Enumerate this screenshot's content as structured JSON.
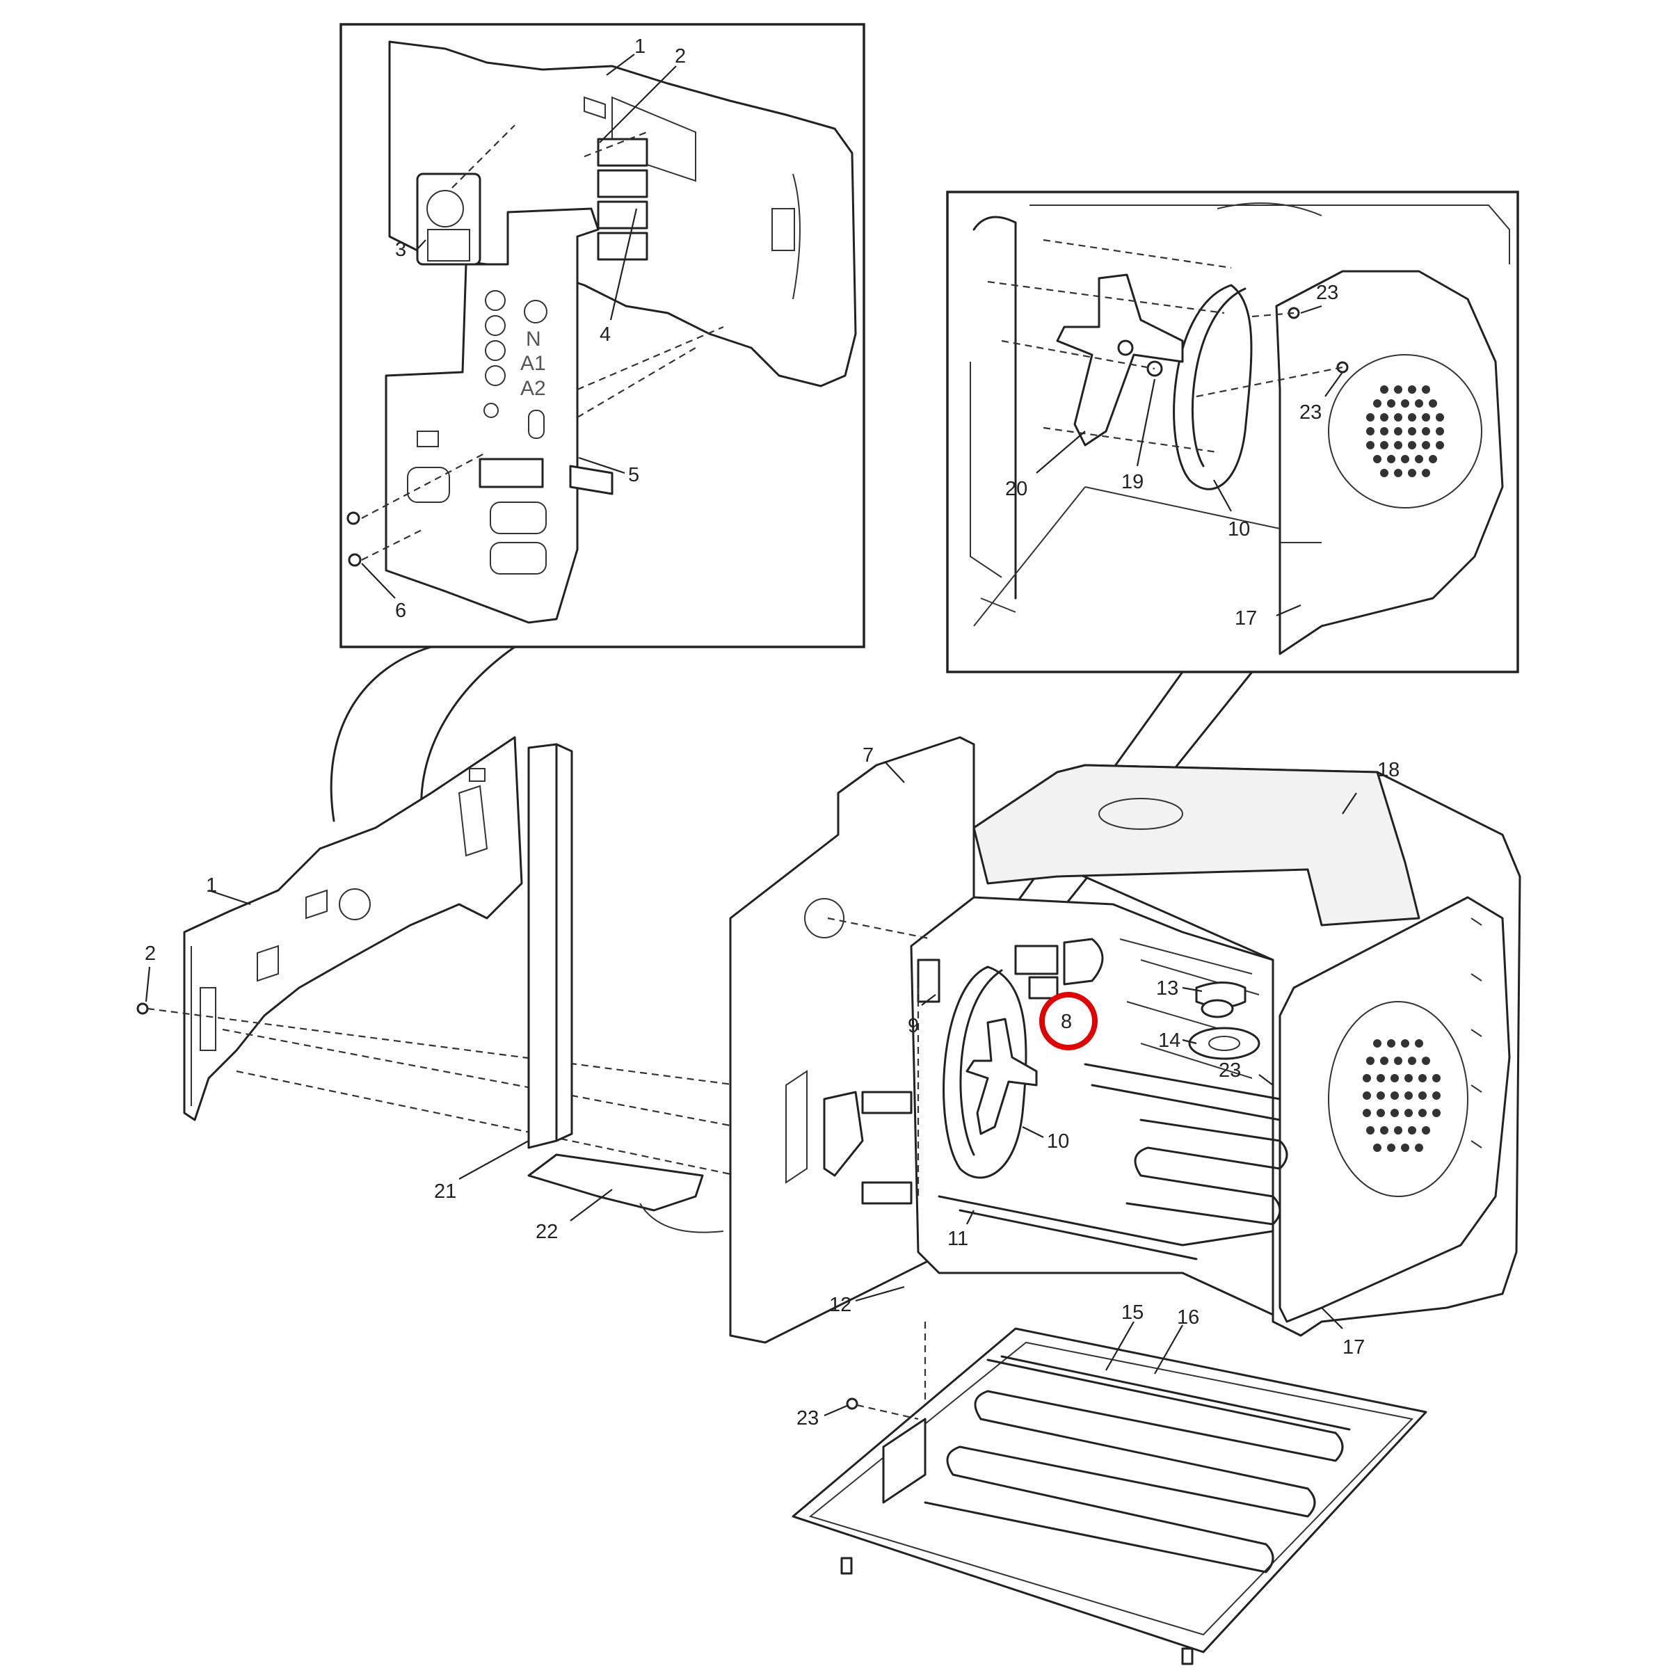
{
  "callouts": {
    "c1_inset": "1",
    "c2_inset": "2",
    "c3": "3",
    "c4": "4",
    "c5": "5",
    "c6": "6",
    "c7": "7",
    "c8": "8",
    "c9": "9",
    "c10_main": "10",
    "c10_inset": "10",
    "c11": "11",
    "c12": "12",
    "c13": "13",
    "c14": "14",
    "c15": "15",
    "c16": "16",
    "c17_main": "17",
    "c17_inset": "17",
    "c18": "18",
    "c19": "19",
    "c20": "20",
    "c21": "21",
    "c22": "22",
    "c23_main_a": "23",
    "c23_main_b": "23",
    "c23_inset_a": "23",
    "c23_inset_b": "23",
    "c1_main": "1",
    "c2_main": "2"
  },
  "terminal_marks": [
    "N",
    "A1",
    "A2"
  ],
  "highlight": {
    "target": "8",
    "color": "#e00000"
  },
  "colors": {
    "line": "#222222",
    "background": "#ffffff"
  }
}
